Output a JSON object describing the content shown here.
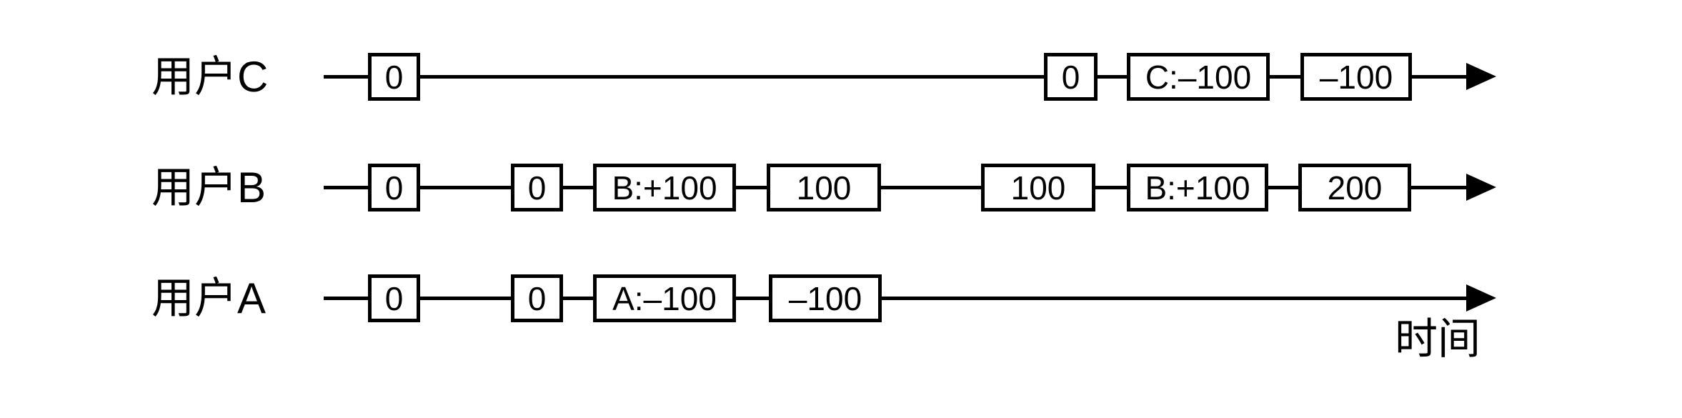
{
  "diagram": {
    "description": "three-user-account-balance-timelines",
    "time_axis_label": "时间",
    "colors": {
      "stroke": "#000000",
      "background": "#ffffff"
    },
    "rows": [
      {
        "label": "用户C",
        "boxes": [
          {
            "text": "0"
          },
          {
            "text": "0"
          },
          {
            "text": "C:–100"
          },
          {
            "text": "–100"
          }
        ]
      },
      {
        "label": "用户B",
        "boxes": [
          {
            "text": "0"
          },
          {
            "text": "0"
          },
          {
            "text": "B:+100"
          },
          {
            "text": "100"
          },
          {
            "text": "100"
          },
          {
            "text": "B:+100"
          },
          {
            "text": "200"
          }
        ]
      },
      {
        "label": "用户A",
        "boxes": [
          {
            "text": "0"
          },
          {
            "text": "0"
          },
          {
            "text": "A:–100"
          },
          {
            "text": "–100"
          }
        ]
      }
    ]
  }
}
